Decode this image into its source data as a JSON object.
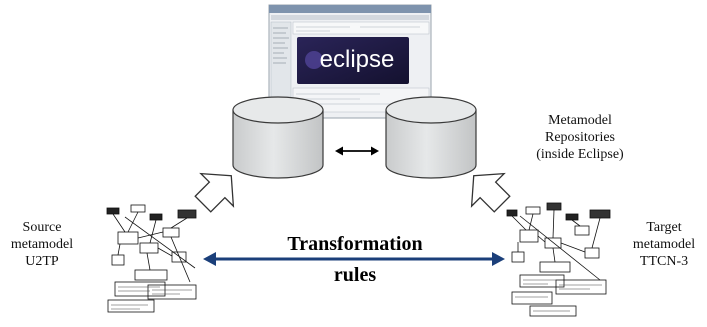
{
  "eclipse_screenshot": {
    "logo_text": "eclipse"
  },
  "labels": {
    "repositories": [
      "Metamodel",
      "Repositories",
      "(inside Eclipse)"
    ],
    "source": [
      "Source",
      "metamodel",
      "U2TP"
    ],
    "target": [
      "Target",
      "metamodel",
      "TTCN-3"
    ],
    "transformation": [
      "Transformation",
      "rules"
    ]
  },
  "colors": {
    "cylinder_fill": "#d8dadb",
    "cylinder_stroke": "#3a3a3a",
    "transformation_arrow": "#1b3f7a",
    "eclipse_banner": "#1e1a44",
    "eclipse_text": "#ffffff"
  }
}
